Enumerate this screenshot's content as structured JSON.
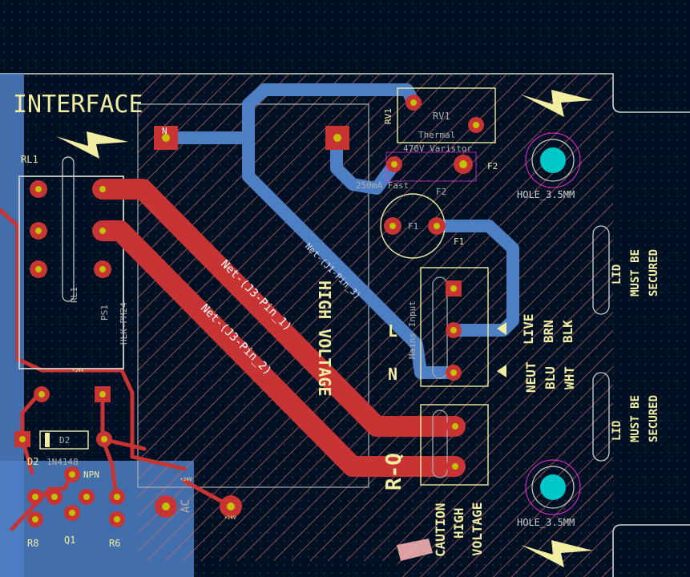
{
  "app": {
    "view": "PCB Editor",
    "layers": [
      "F.Cu",
      "B.Cu",
      "F.SilkS",
      "Edge.Cuts",
      "F.Fab"
    ]
  },
  "colors": {
    "background": "#001023",
    "front_copper": "#c83434",
    "back_copper": "#4d7fc4",
    "silkscreen": "#f2eda1",
    "fab": "#afafaf",
    "edge_cuts": "#d0d2cd",
    "hole_fill": "#00c8c8",
    "courtyard": "#ff26e2",
    "pad_inner": "#c2c200",
    "zone_hatch": "#d16a6a",
    "copper_pad": "#c83434"
  },
  "silkscreen": {
    "interface": "INTERFACE",
    "hole_top": "HOLE_3.5MM",
    "hole_bottom": "HOLE_3.5MM",
    "lid_top": "LID",
    "lid_top2": "MUST BE",
    "lid_top3": "SECURED",
    "lid_bottom": "LID",
    "lid_bottom2": "MUST BE",
    "lid_bottom3": "SECURED",
    "live": "LIVE",
    "brn": "BRN",
    "blk": "BLK",
    "neut": "NEUT",
    "blu": "BLU",
    "wht": "WHT",
    "caution": "CAUTION",
    "high": "HIGH",
    "voltage": "VOLTAGE",
    "high_voltage_mirrored": "HIGH VOLTAGE",
    "rq": "R-Q",
    "l_marker": "L",
    "n_marker": "N"
  },
  "refs": {
    "rl1": "RL1",
    "rl1_fab": "RL1",
    "rv1": "RV1",
    "rv1_fab": "RV1",
    "rv1_value": "Thermal",
    "rv1_value2": "470V Varistor",
    "f1": "F1",
    "f1_fab": "F1",
    "f2": "F2",
    "f2_fab": "F2",
    "fuse_value": "250mA Fast",
    "ps1": "PS1",
    "ps1_value": "HLK-PM24",
    "d2": "D2",
    "d2_fab": "D2",
    "d2_value": "1N4148",
    "q1": "Q1",
    "q1_value": "NPN",
    "r8": "R8",
    "r6": "R6",
    "mains_input": "Mains Input",
    "n_pad": "N",
    "plus24v_a": "+24V",
    "plus24v_b": "+24V",
    "plus24v_c": "+24V",
    "ac_label": "AC"
  },
  "nets": {
    "j3_pin1": "Net-(J3-Pin_1)",
    "j3_pin2": "Net-(J3-Pin_2)",
    "j1_pin3": "Net-(J1-Pin_3)"
  },
  "icons": [
    "lightning-bolt-icon",
    "arrow-icon",
    "mounting-hole-icon",
    "pad-icon"
  ]
}
